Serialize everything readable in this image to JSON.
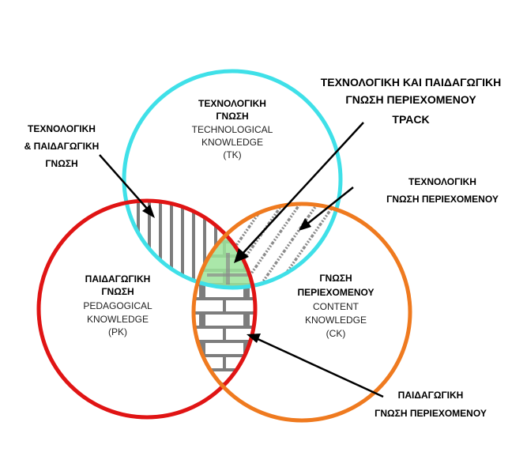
{
  "colors": {
    "tk_circle": "#3fe0e8",
    "pk_circle": "#e01414",
    "ck_circle": "#ef7a1f",
    "center": "#9be39a",
    "hatch": "#7a7a7a"
  },
  "circles": {
    "tk": {
      "line1": "ΤΕΧΝΟΛΟΓΙΚΗ",
      "line2": "ΓΝΩΣΗ",
      "en1": "TECHNOLOGICAL",
      "en2": "KNOWLEDGE",
      "abbr": "(TK)"
    },
    "pk": {
      "line1": "ΠΑΙΔΑΓΩΓΙΚΗ",
      "line2": "ΓΝΩΣΗ",
      "en1": "PEDAGOGICAL",
      "en2": "KNOWLEDGE",
      "abbr": "(PK)"
    },
    "ck": {
      "line1": "ΓΝΩΣΗ",
      "line2": "ΠΕΡΙΕΧΟΜΕΝΟΥ",
      "en1": "CONTENT",
      "en2": "KNOWLEDGE",
      "abbr": "(CK)"
    }
  },
  "callouts": {
    "tpack": {
      "line1": "ΤΕΧΝΟΛΟΓΙΚΗ ΚΑΙ ΠΑΙΔΑΓΩΓΙΚΗ",
      "line2": "ΓΝΩΣΗ ΠΕΡΙΕΧΟΜΕΝΟΥ",
      "line3": "TPACK"
    },
    "tpk": {
      "line1": "ΤΕΧΝΟΛΟΓΙΚΗ",
      "line2": "& ΠΑΙΔΑΓΩΓΙΚΗ",
      "line3": "ΓΝΩΣΗ"
    },
    "tck": {
      "line1": "ΤΕΧΝΟΛΟΓΙΚΗ",
      "line2": "ΓΝΩΣΗ ΠΕΡΙΕΧΟΜΕΝΟΥ"
    },
    "pck": {
      "line1": "ΠΑΙΔΑΓΩΓΙΚΗ",
      "line2": "ΓΝΩΣΗ ΠΕΡΙΕΧΟΜΕΝΟΥ"
    }
  }
}
